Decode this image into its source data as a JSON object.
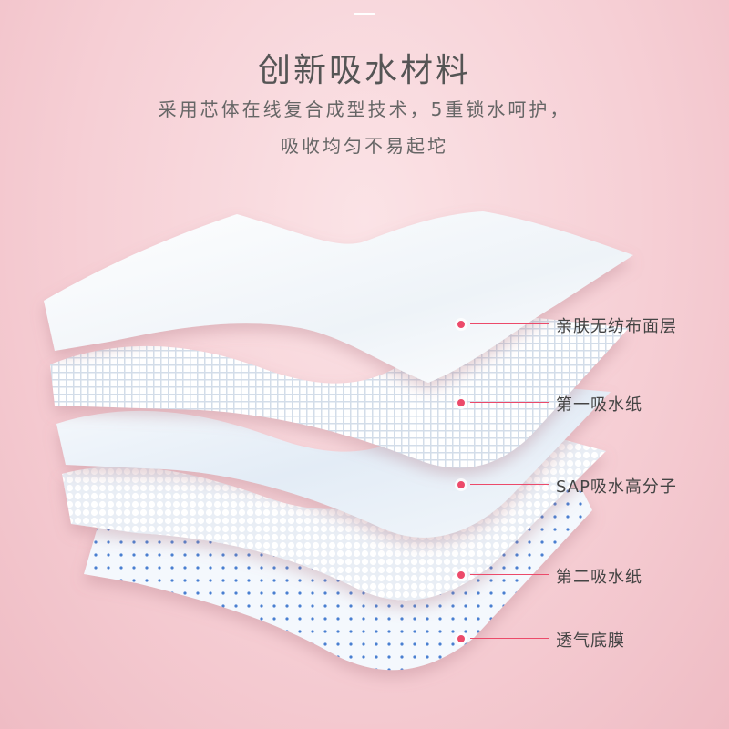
{
  "header": {
    "title": "创新吸水材料",
    "subtitle_line1": "采用芯体在线复合成型技术，5重锁水呵护，",
    "subtitle_line2": "吸收均匀不易起坨"
  },
  "layers": [
    {
      "label": "亲肤无纺布面层",
      "pattern": "smooth-fabric"
    },
    {
      "label": "第一吸水纸",
      "pattern": "grid-texture"
    },
    {
      "label": "SAP吸水高分子",
      "pattern": "fluffy-fiber"
    },
    {
      "label": "第二吸水纸",
      "pattern": "bubble-texture"
    },
    {
      "label": "透气底膜",
      "pattern": "perforated-film"
    }
  ],
  "colors": {
    "background": "#f6cfd5",
    "accent_dot": "#ec4a6a",
    "title_text": "#555555",
    "layer_white": "#ffffff",
    "layer_blue_tint": "#e6eef8",
    "perforation_blue": "#4a7fd1"
  }
}
